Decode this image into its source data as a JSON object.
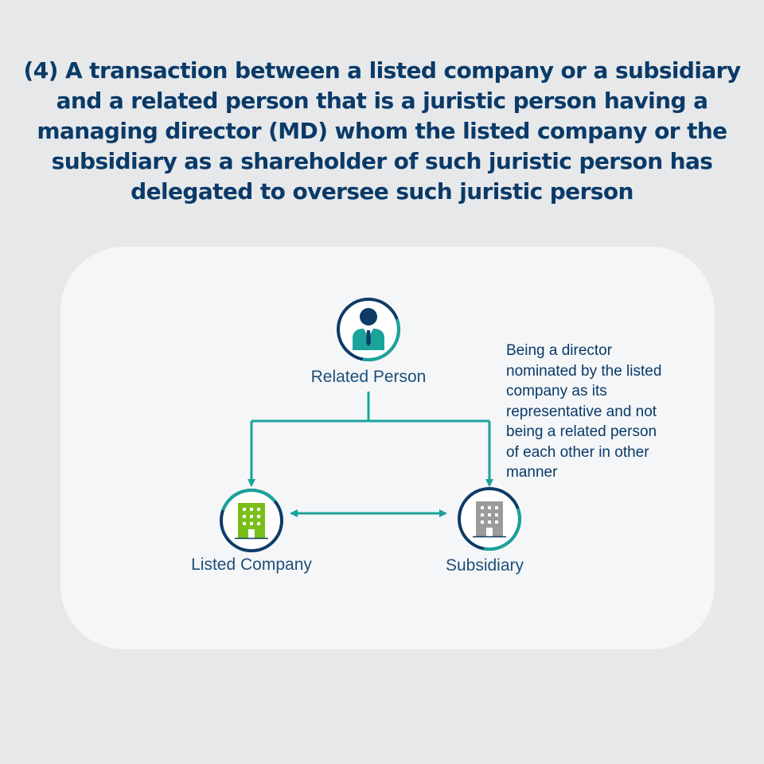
{
  "title_lines": [
    "(4) A transaction between a listed company or a subsidiary",
    "and a related person that is a juristic person having a",
    "managing director (MD) whom the listed company or the",
    "subsidiary as a shareholder of such juristic person has",
    "delegated to oversee such juristic person"
  ],
  "nodes": {
    "related_person": {
      "label": "Related Person",
      "icon": "businessman-icon"
    },
    "listed_company": {
      "label": "Listed Company",
      "icon": "building-icon"
    },
    "subsidiary": {
      "label": "Subsidiary",
      "icon": "building-icon"
    }
  },
  "note_lines": [
    "Being a director",
    "nominated by the listed",
    "company as its",
    "representative and not",
    "being a related person",
    "of each other in other",
    "manner"
  ],
  "colors": {
    "title": "#0a3a68",
    "label": "#1f4e79",
    "ring_outer": "#0d3b66",
    "ring_inner": "#1aa39a",
    "connector": "#1aa39a",
    "listed_building": "#79bf1a",
    "subsidiary_building": "#9b9b9b",
    "person_shirt": "#1aa39a",
    "person_head": "#0d3b66",
    "panel": "#f4f6f8",
    "background": "#e6e8ea"
  }
}
